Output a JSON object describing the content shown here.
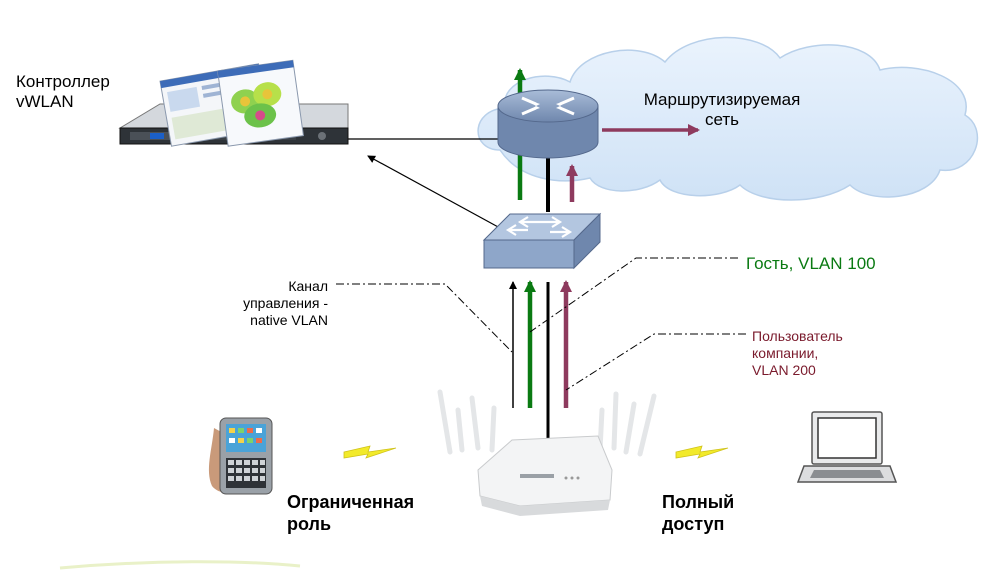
{
  "labels": {
    "controller": [
      "Контроллер",
      "vWLAN"
    ],
    "routed_network": [
      "Маршрутизируемая",
      "сеть"
    ],
    "guest": "Гость, VLAN 100",
    "management": [
      "Канал",
      "управления -",
      "native VLAN"
    ],
    "corporate": [
      "Пользователь",
      "компании,",
      "VLAN 200"
    ],
    "restricted": [
      "Ограниченная",
      "роль"
    ],
    "full_access": [
      "Полный",
      "доступ"
    ]
  },
  "colors": {
    "guest": "#0a7a12",
    "corporate": "#8e3a5e",
    "corporate_text": "#7a1a2c",
    "management": "#000000",
    "cloud": "#dcebfa",
    "device_blue": "#8ea6c9",
    "wireless_bolt": "#f2ea2a"
  },
  "icons": [
    "server-icon",
    "router-icon",
    "switch-icon",
    "cloud-icon",
    "access-point-icon",
    "smartphone-icon",
    "laptop-icon",
    "lightning-icon"
  ]
}
